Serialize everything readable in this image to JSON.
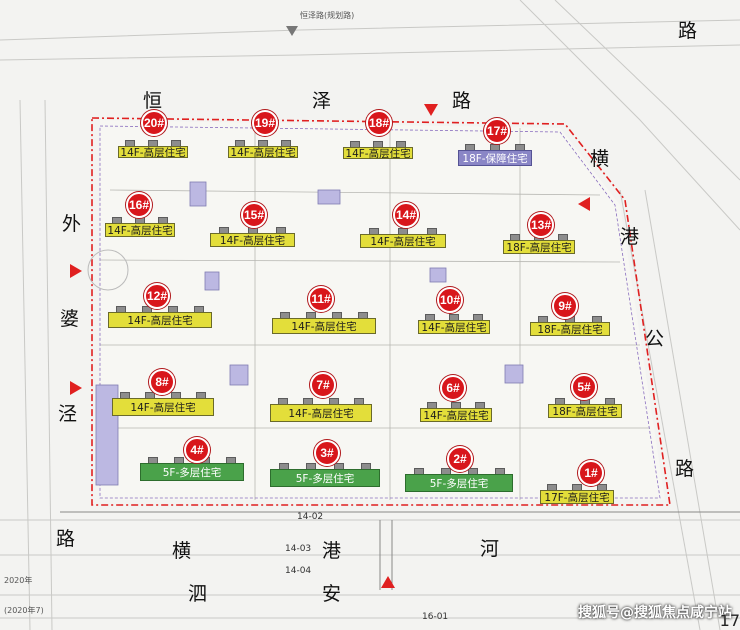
{
  "roads": {
    "north": [
      "恒",
      "泽",
      "路"
    ],
    "north_top": [
      "路"
    ],
    "east": [
      "横",
      "港",
      "公",
      "路"
    ],
    "west": [
      "外",
      "婆",
      "泾",
      "路"
    ],
    "south": [
      "横",
      "泗",
      "港",
      "安",
      "河"
    ]
  },
  "road_codes": [
    "14-02",
    "14-03",
    "14-04",
    "16-01"
  ],
  "buildings": [
    {
      "id": "20",
      "num": "20#",
      "label": "14F-高层住宅",
      "type": "yellow"
    },
    {
      "id": "19",
      "num": "19#",
      "label": "14F-高层住宅",
      "type": "yellow"
    },
    {
      "id": "18",
      "num": "18#",
      "label": "14F-高层住宅",
      "type": "yellow"
    },
    {
      "id": "17",
      "num": "17#",
      "label": "18F-保障住宅",
      "type": "purple"
    },
    {
      "id": "16",
      "num": "16#",
      "label": "14F-高层住宅",
      "type": "yellow"
    },
    {
      "id": "15",
      "num": "15#",
      "label": "14F-高层住宅",
      "type": "yellow"
    },
    {
      "id": "14",
      "num": "14#",
      "label": "14F-高层住宅",
      "type": "yellow"
    },
    {
      "id": "13",
      "num": "13#",
      "label": "18F-高层住宅",
      "type": "yellow"
    },
    {
      "id": "12",
      "num": "12#",
      "label": "14F-高层住宅",
      "type": "yellow"
    },
    {
      "id": "11",
      "num": "11#",
      "label": "14F-高层住宅",
      "type": "yellow"
    },
    {
      "id": "10",
      "num": "10#",
      "label": "14F-高层住宅",
      "type": "yellow"
    },
    {
      "id": "9",
      "num": "9#",
      "label": "18F-高层住宅",
      "type": "yellow"
    },
    {
      "id": "8",
      "num": "8#",
      "label": "14F-高层住宅",
      "type": "yellow"
    },
    {
      "id": "7",
      "num": "7#",
      "label": "14F-高层住宅",
      "type": "yellow"
    },
    {
      "id": "6",
      "num": "6#",
      "label": "14F-高层住宅",
      "type": "yellow"
    },
    {
      "id": "5",
      "num": "5#",
      "label": "18F-高层住宅",
      "type": "yellow"
    },
    {
      "id": "4",
      "num": "4#",
      "label": "5F-多层住宅",
      "type": "green"
    },
    {
      "id": "3",
      "num": "3#",
      "label": "5F-多层住宅",
      "type": "green"
    },
    {
      "id": "2",
      "num": "2#",
      "label": "5F-多层住宅",
      "type": "green"
    },
    {
      "id": "1",
      "num": "1#",
      "label": "17F-高层住宅",
      "type": "yellow"
    }
  ],
  "small_text": {
    "top_road": "恒泽路(规划路)",
    "year_a": "2020年",
    "year_b": "(2020年7)"
  },
  "watermark": "搜狐号@搜狐焦点咸宁站",
  "page_no": "17",
  "colors": {
    "marker": "#d8161b",
    "boundary": "#e02020",
    "high_rise": "#e3de3a",
    "multi_storey": "#4aa24a",
    "affordable": "#8a86c6"
  }
}
